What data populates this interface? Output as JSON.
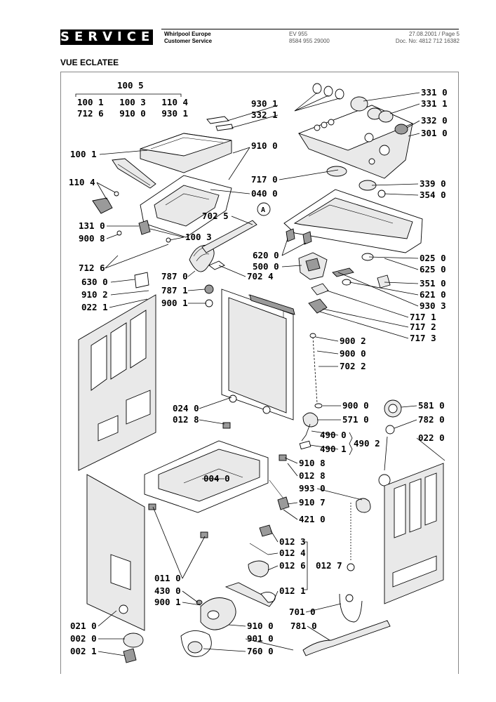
{
  "header": {
    "service_label": "SERVICE",
    "company_line1": "Whirlpool Europe",
    "company_line2": "Customer Service",
    "model_line1": "EV 955",
    "model_line2": "8584 955 29000",
    "date_page": "27.08.2001 / Page 5",
    "doc_no": "Doc. No: 4812 712 16382"
  },
  "page_title": "VUE ECLATEE",
  "group_labels": {
    "g1005_title": "100 5",
    "g1005_row1": "100 1   100 3   110 4",
    "g1005_row2": "712 6   910 0   930 1"
  },
  "callout_A": "A",
  "labels": [
    {
      "id": "l9301",
      "text": "930 1"
    },
    {
      "id": "l3321",
      "text": "332 1"
    },
    {
      "id": "l3310",
      "text": "331 0"
    },
    {
      "id": "l3311",
      "text": "331 1"
    },
    {
      "id": "l3320",
      "text": "332 0"
    },
    {
      "id": "l3010",
      "text": "301 0"
    },
    {
      "id": "l1001",
      "text": "100 1"
    },
    {
      "id": "l9100",
      "text": "910 0"
    },
    {
      "id": "l1104",
      "text": "110 4"
    },
    {
      "id": "l7170",
      "text": "717 0"
    },
    {
      "id": "l0400",
      "text": "040 0"
    },
    {
      "id": "l3390",
      "text": "339 0"
    },
    {
      "id": "l3540",
      "text": "354 0"
    },
    {
      "id": "l7025",
      "text": "702 5"
    },
    {
      "id": "l1310",
      "text": "131 0"
    },
    {
      "id": "l9008",
      "text": "900 8"
    },
    {
      "id": "l1003",
      "text": "100 3"
    },
    {
      "id": "l6200",
      "text": "620 0"
    },
    {
      "id": "l5000",
      "text": "500 0"
    },
    {
      "id": "l7024",
      "text": "702 4"
    },
    {
      "id": "l0250",
      "text": "025 0"
    },
    {
      "id": "l6250",
      "text": "625 0"
    },
    {
      "id": "l7126",
      "text": "712 6"
    },
    {
      "id": "l7870",
      "text": "787 0"
    },
    {
      "id": "l3510",
      "text": "351 0"
    },
    {
      "id": "l6300",
      "text": "630 0"
    },
    {
      "id": "l6210",
      "text": "621 0"
    },
    {
      "id": "l7871",
      "text": "787 1"
    },
    {
      "id": "l9102",
      "text": "910 2"
    },
    {
      "id": "l9001",
      "text": "900 1"
    },
    {
      "id": "l9303",
      "text": "930 3"
    },
    {
      "id": "l0221",
      "text": "022 1"
    },
    {
      "id": "l7171",
      "text": "717 1"
    },
    {
      "id": "l7172",
      "text": "717 2"
    },
    {
      "id": "l7173",
      "text": "717 3"
    },
    {
      "id": "l9002",
      "text": "900 2"
    },
    {
      "id": "l9000",
      "text": "900 0"
    },
    {
      "id": "l7022",
      "text": "702 2"
    },
    {
      "id": "l9000b",
      "text": "900 0"
    },
    {
      "id": "l5810",
      "text": "581 0"
    },
    {
      "id": "l0240",
      "text": "024 0"
    },
    {
      "id": "l5710",
      "text": "571 0"
    },
    {
      "id": "l0128",
      "text": "012 8"
    },
    {
      "id": "l7820",
      "text": "782 0"
    },
    {
      "id": "l4900",
      "text": "490 0"
    },
    {
      "id": "l4902",
      "text": "490 2"
    },
    {
      "id": "l4901",
      "text": "490 1"
    },
    {
      "id": "l0220",
      "text": "022 0"
    },
    {
      "id": "l9108",
      "text": "910 8"
    },
    {
      "id": "l0128b",
      "text": "012 8"
    },
    {
      "id": "l0040",
      "text": "004 0"
    },
    {
      "id": "l9930",
      "text": "993 0"
    },
    {
      "id": "l9107",
      "text": "910 7"
    },
    {
      "id": "l4210",
      "text": "421 0"
    },
    {
      "id": "l0123",
      "text": "012 3"
    },
    {
      "id": "l0124",
      "text": "012 4"
    },
    {
      "id": "l0126",
      "text": "012 6"
    },
    {
      "id": "l0127",
      "text": "012 7"
    },
    {
      "id": "l0110",
      "text": "011 0"
    },
    {
      "id": "l0121",
      "text": "012 1"
    },
    {
      "id": "l4300",
      "text": "430 0"
    },
    {
      "id": "l9001b",
      "text": "900 1"
    },
    {
      "id": "l7010",
      "text": "701 0"
    },
    {
      "id": "l0210",
      "text": "021 0"
    },
    {
      "id": "l9100b",
      "text": "910 0"
    },
    {
      "id": "l7810",
      "text": "781 0"
    },
    {
      "id": "l0020",
      "text": "002 0"
    },
    {
      "id": "l9010",
      "text": "901 0"
    },
    {
      "id": "l0021",
      "text": "002 1"
    },
    {
      "id": "l7600",
      "text": "760 0"
    }
  ]
}
